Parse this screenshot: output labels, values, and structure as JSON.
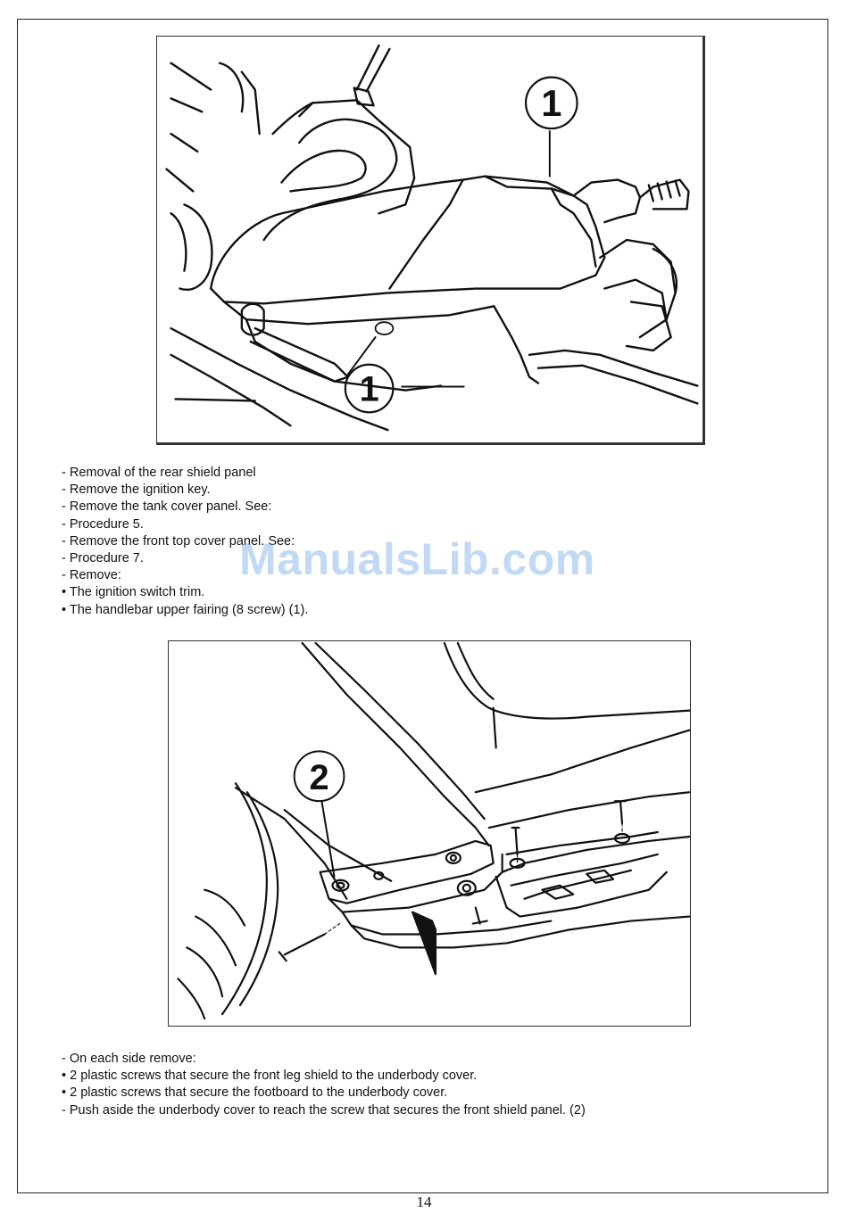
{
  "figure1": {
    "callouts": [
      "1",
      "1"
    ]
  },
  "instructions1": [
    "- Removal of the rear shield panel",
    "- Remove the ignition key.",
    "- Remove the tank cover panel. See:",
    "- Procedure 5.",
    "- Remove the front top cover panel. See:",
    "- Procedure 7.",
    "- Remove:",
    "• The ignition switch trim.",
    "• The handlebar upper fairing (8 screw) (1)."
  ],
  "watermark": "ManualsLib.com",
  "figure2": {
    "callouts": [
      "2"
    ]
  },
  "instructions2": [
    "- On each side remove:",
    "• 2 plastic screws that secure the front leg shield to the underbody cover.",
    "• 2 plastic screws that secure the footboard to the underbody cover.",
    "- Push aside the underbody cover to reach the screw that secures the front shield panel. (2)"
  ],
  "page_number": "14"
}
